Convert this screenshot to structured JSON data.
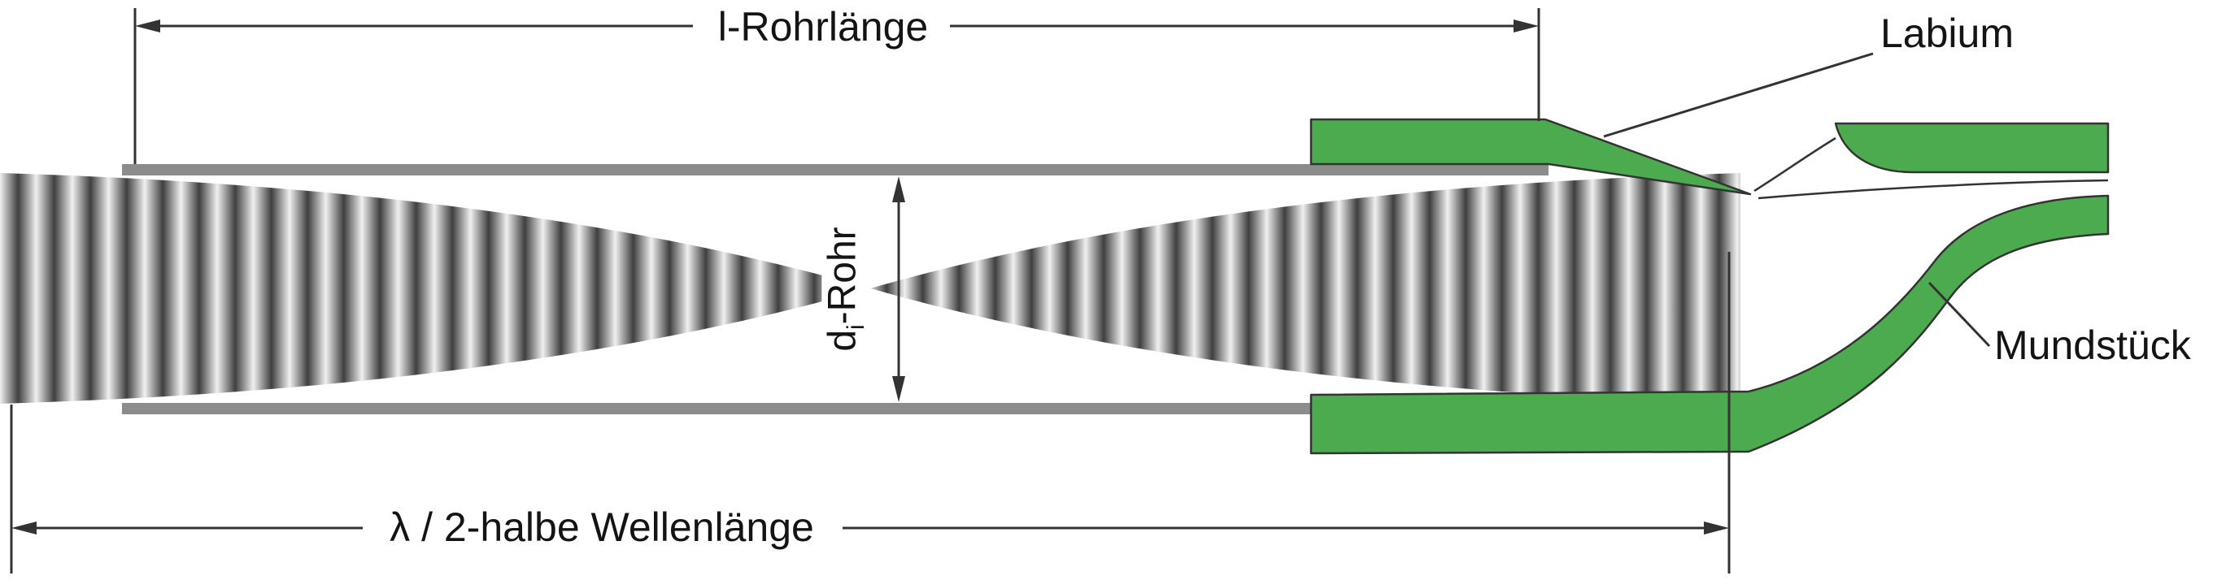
{
  "labels": {
    "pipe_length": "l-Rohrlänge",
    "labium": "Labium",
    "diameter_d": "d",
    "diameter_sub": "i",
    "diameter_rest": "-Rohr",
    "mouthpiece": "Mundstück",
    "half_wavelength": "λ / 2-halbe Wellenlänge"
  },
  "colors": {
    "mouthpiece_green": "#4caa4f",
    "pipe_wall": "#8c8c8c",
    "wave_dark": "#3f3f3f",
    "wave_light": "#f0f0f0",
    "line": "#333333"
  }
}
